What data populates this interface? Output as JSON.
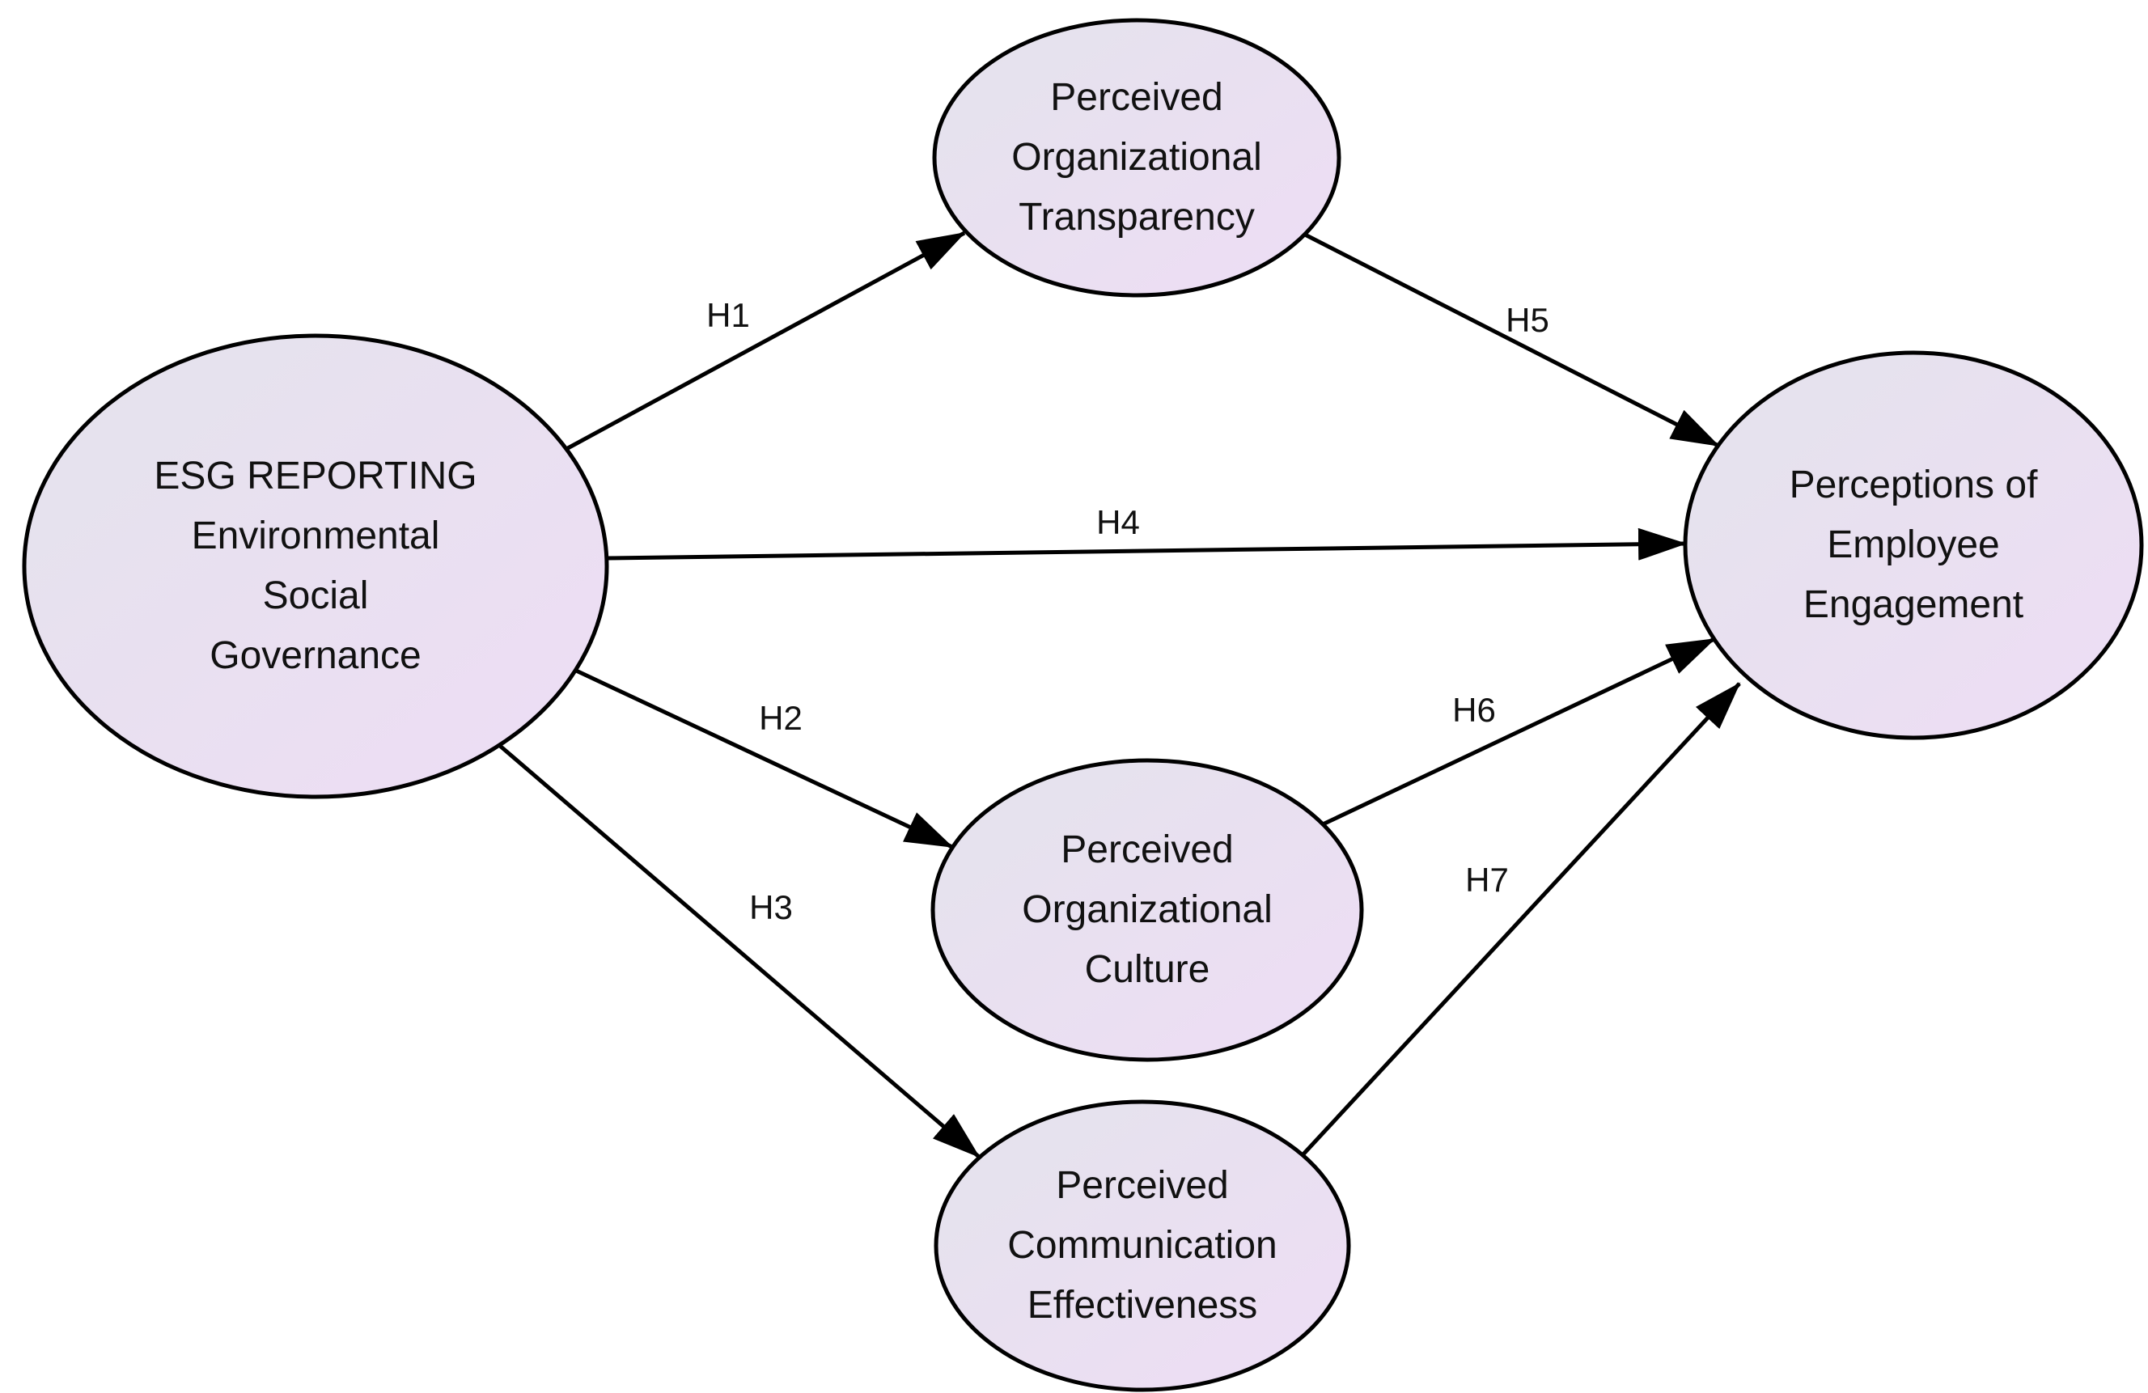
{
  "diagram": {
    "type": "conceptual-path-model",
    "background": "#ffffff",
    "colors": {
      "node_fill_start": "#e4e3ec",
      "node_fill_end": "#eeddf5",
      "node_border": "#000000",
      "arrow": "#000000",
      "text": "#111111"
    },
    "nodes": {
      "esg": {
        "label": "ESG REPORTING\nEnvironmental\nSocial\nGovernance"
      },
      "transparency": {
        "label": "Perceived\nOrganizational\nTransparency"
      },
      "culture": {
        "label": "Perceived\nOrganizational\nCulture"
      },
      "communication": {
        "label": "Perceived\nCommunication\nEffectiveness"
      },
      "engagement": {
        "label": "Perceptions of\nEmployee\nEngagement"
      }
    },
    "edges": {
      "h1": {
        "label": "H1",
        "from": "esg",
        "to": "transparency"
      },
      "h2": {
        "label": "H2",
        "from": "esg",
        "to": "culture"
      },
      "h3": {
        "label": "H3",
        "from": "esg",
        "to": "communication"
      },
      "h4": {
        "label": "H4",
        "from": "esg",
        "to": "engagement"
      },
      "h5": {
        "label": "H5",
        "from": "transparency",
        "to": "engagement"
      },
      "h6": {
        "label": "H6",
        "from": "culture",
        "to": "engagement"
      },
      "h7": {
        "label": "H7",
        "from": "communication",
        "to": "engagement"
      }
    }
  }
}
